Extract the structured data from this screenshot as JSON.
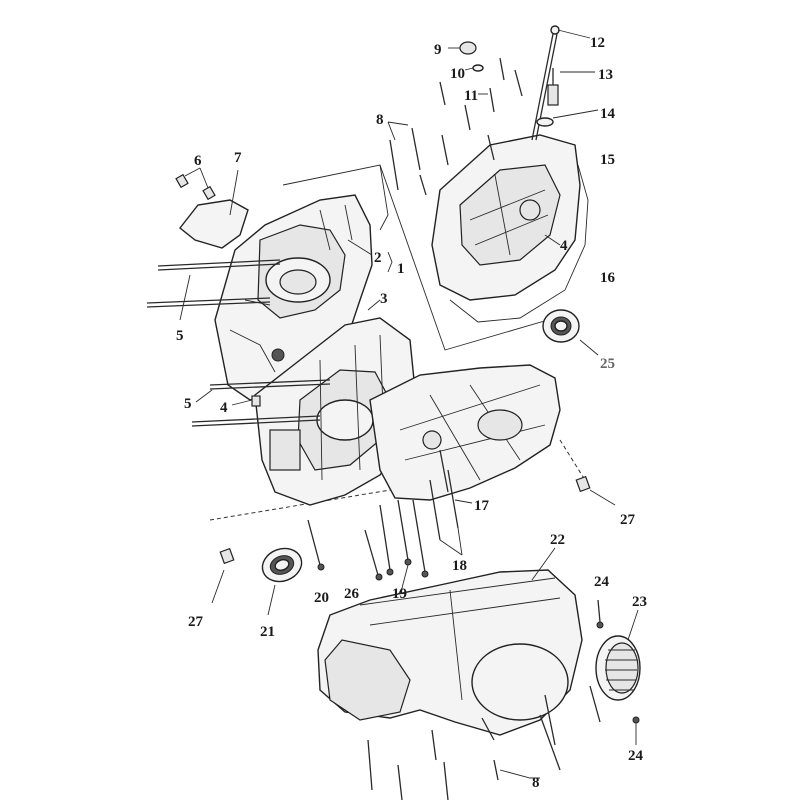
{
  "callouts": [
    {
      "id": "c1",
      "text": "1"
    },
    {
      "id": "c2",
      "text": "2"
    },
    {
      "id": "c3",
      "text": "3"
    },
    {
      "id": "c4a",
      "text": "4"
    },
    {
      "id": "c4b",
      "text": "4"
    },
    {
      "id": "c5a",
      "text": "5"
    },
    {
      "id": "c5b",
      "text": "5"
    },
    {
      "id": "c6",
      "text": "6"
    },
    {
      "id": "c7",
      "text": "7"
    },
    {
      "id": "c8a",
      "text": "8"
    },
    {
      "id": "c8b",
      "text": "8"
    },
    {
      "id": "c9",
      "text": "9"
    },
    {
      "id": "c10",
      "text": "10"
    },
    {
      "id": "c11",
      "text": "11"
    },
    {
      "id": "c12",
      "text": "12"
    },
    {
      "id": "c13",
      "text": "13"
    },
    {
      "id": "c14",
      "text": "14"
    },
    {
      "id": "c15",
      "text": "15"
    },
    {
      "id": "c16",
      "text": "16"
    },
    {
      "id": "c17",
      "text": "17"
    },
    {
      "id": "c18",
      "text": "18"
    },
    {
      "id": "c19",
      "text": "19"
    },
    {
      "id": "c20",
      "text": "20"
    },
    {
      "id": "c21",
      "text": "21"
    },
    {
      "id": "c22",
      "text": "22"
    },
    {
      "id": "c23",
      "text": "23"
    },
    {
      "id": "c24a",
      "text": "24"
    },
    {
      "id": "c24b",
      "text": "24"
    },
    {
      "id": "c25",
      "text": "25"
    },
    {
      "id": "c26",
      "text": "26"
    },
    {
      "id": "c27a",
      "text": "27"
    },
    {
      "id": "c27b",
      "text": "27"
    }
  ]
}
